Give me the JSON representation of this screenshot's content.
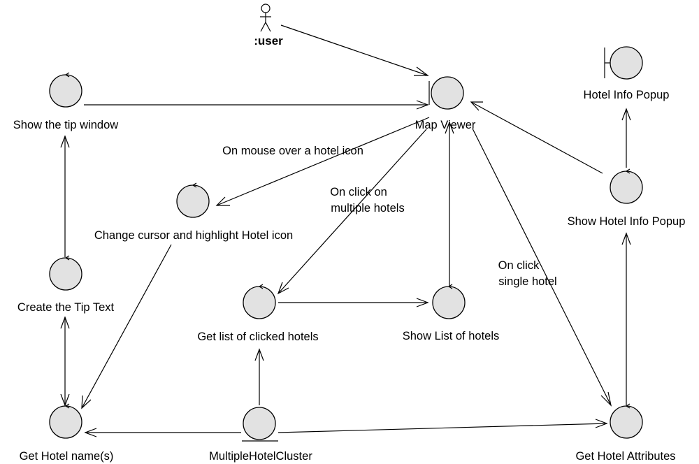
{
  "actor": {
    "label": ":user"
  },
  "nodes": {
    "map_viewer": "Map Viewer",
    "hotel_info_popup": "Hotel Info Popup",
    "show_tip_window": "Show the tip window",
    "show_hotel_info_popup": "Show Hotel Info Popup",
    "change_cursor": "Change cursor and highlight Hotel icon",
    "create_tip_text": "Create the Tip Text",
    "get_list_clicked": "Get list of clicked hotels",
    "show_list_hotels": "Show List of hotels",
    "get_hotel_names": "Get Hotel name(s)",
    "multiple_hotel_cluster": "MultipleHotelCluster",
    "get_hotel_attributes": "Get Hotel Attributes"
  },
  "messages": {
    "mouse_over": "On mouse over a hotel icon",
    "click_multiple_1": "On click on",
    "click_multiple_2": "multiple hotels",
    "click_single_1": "On click",
    "click_single_2": "single hotel"
  }
}
